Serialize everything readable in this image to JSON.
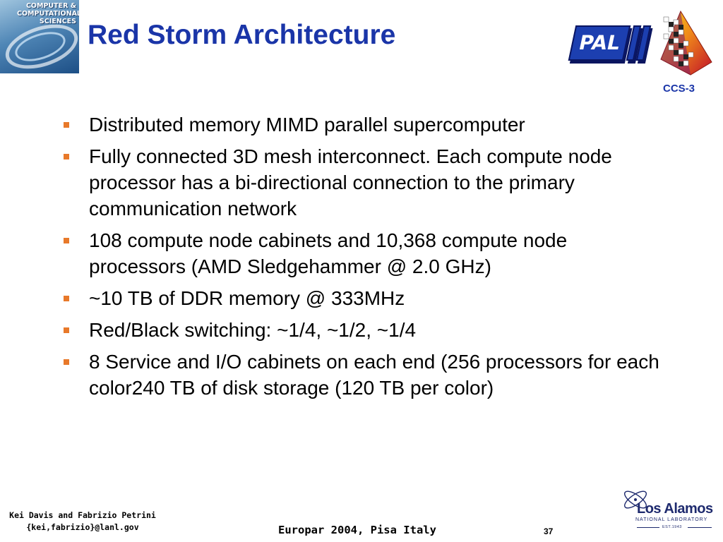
{
  "header": {
    "logo_left_text": "COMPUTER &\nCOMPUTATIONAL\nSCIENCES",
    "title": "Red Storm Architecture",
    "pal_logo_text": "PAL",
    "group_label": "CCS-3"
  },
  "bullets": [
    "Distributed memory MIMD parallel supercomputer",
    "Fully connected 3D mesh interconnect.  Each compute node processor has a bi-directional connection to the primary communication network",
    "108 compute node cabinets and 10,368 compute node processors (AMD Sledgehammer @ 2.0 GHz)",
    "~10 TB of DDR memory @ 333MHz",
    "Red/Black switching:  ~1/4, ~1/2, ~1/4",
    "8 Service and I/O cabinets on each end (256 processors for each color240 TB of disk storage (120 TB per color)"
  ],
  "footer": {
    "authors_line1": "Kei Davis and Fabrizio Petrini",
    "authors_line2": "{kei,fabrizio}@lanl.gov",
    "conference": "Europar 2004, Pisa Italy",
    "page_number": "37",
    "lab_name": "Los Alamos",
    "lab_subtitle": "NATIONAL LABORATORY",
    "lab_established": "EST.1943"
  },
  "colors": {
    "title": "#1a35a8",
    "bullet_marker": "#e8792a",
    "pal_blue": "#1c3fb0"
  },
  "icons": {
    "left_logo": "ccs-swirl-logo",
    "right_logo": "checkered-triangle-logo",
    "lab_logo": "los-alamos-atom-logo"
  }
}
